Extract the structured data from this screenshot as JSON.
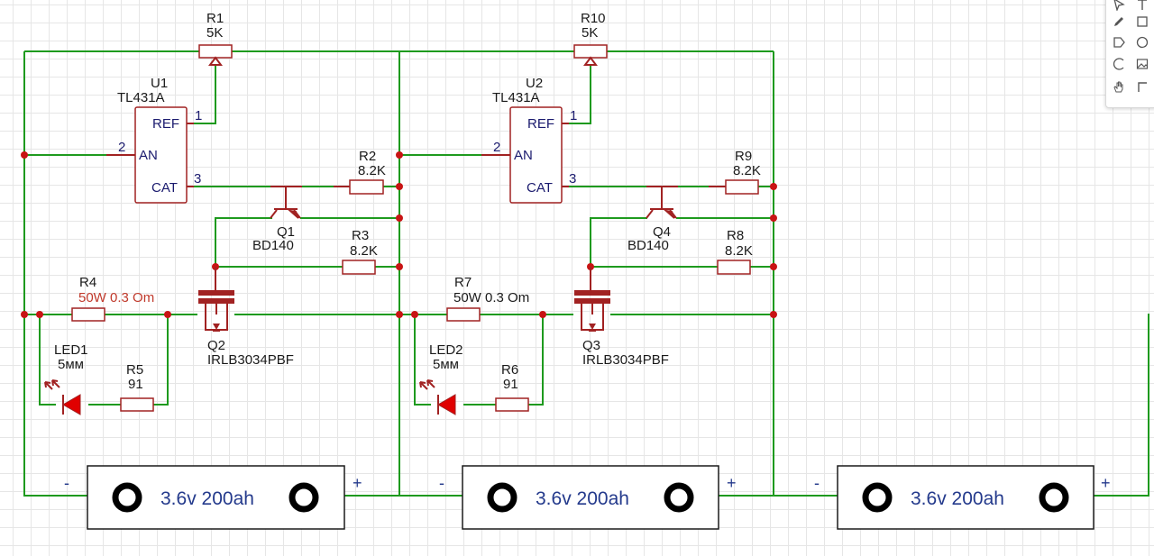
{
  "components": {
    "r1": {
      "ref": "R1",
      "value": "5K"
    },
    "r10": {
      "ref": "R10",
      "value": "5K"
    },
    "u1": {
      "ref": "U1",
      "value": "TL431A"
    },
    "u2": {
      "ref": "U2",
      "value": "TL431A"
    },
    "ic_pins": {
      "ref": "REF",
      "an": "AN",
      "cat": "CAT",
      "p1": "1",
      "p2": "2",
      "p3": "3"
    },
    "r2": {
      "ref": "R2",
      "value": "8.2K"
    },
    "r9": {
      "ref": "R9",
      "value": "8.2K"
    },
    "q1": {
      "ref": "Q1",
      "value": "BD140"
    },
    "q4": {
      "ref": "Q4",
      "value": "BD140"
    },
    "r3": {
      "ref": "R3",
      "value": "8.2K"
    },
    "r8": {
      "ref": "R8",
      "value": "8.2K"
    },
    "r4": {
      "ref": "R4",
      "value": "50W 0.3 Om"
    },
    "r7": {
      "ref": "R7",
      "value": "50W 0.3 Om"
    },
    "q2": {
      "ref": "Q2",
      "value": "IRLB3034PBF"
    },
    "q3": {
      "ref": "Q3",
      "value": "IRLB3034PBF"
    },
    "led1": {
      "ref": "LED1",
      "value": "5мм"
    },
    "led2": {
      "ref": "LED2",
      "value": "5мм"
    },
    "r5": {
      "ref": "R5",
      "value": "91"
    },
    "r6": {
      "ref": "R6",
      "value": "91"
    }
  },
  "batteries": [
    {
      "label": "3.6v 200ah",
      "minus": "-",
      "plus": "+"
    },
    {
      "label": "3.6v 200ah",
      "minus": "-",
      "plus": "+"
    },
    {
      "label": "3.6v 200ah",
      "minus": "-",
      "plus": "+"
    }
  ],
  "colors": {
    "wire": "#1e9a1e",
    "component": "#a12222",
    "junction": "#c81414",
    "battery_text": "#243a8c"
  },
  "toolbar": {
    "tools": [
      {
        "icon": "pointer-icon"
      },
      {
        "icon": "text-icon"
      },
      {
        "icon": "pencil-icon"
      },
      {
        "icon": "rectangle-icon"
      },
      {
        "icon": "tag-shape-icon"
      },
      {
        "icon": "circle-icon"
      },
      {
        "icon": "arc-icon"
      },
      {
        "icon": "image-icon"
      },
      {
        "icon": "hand-icon"
      },
      {
        "icon": "wire-icon"
      }
    ]
  }
}
